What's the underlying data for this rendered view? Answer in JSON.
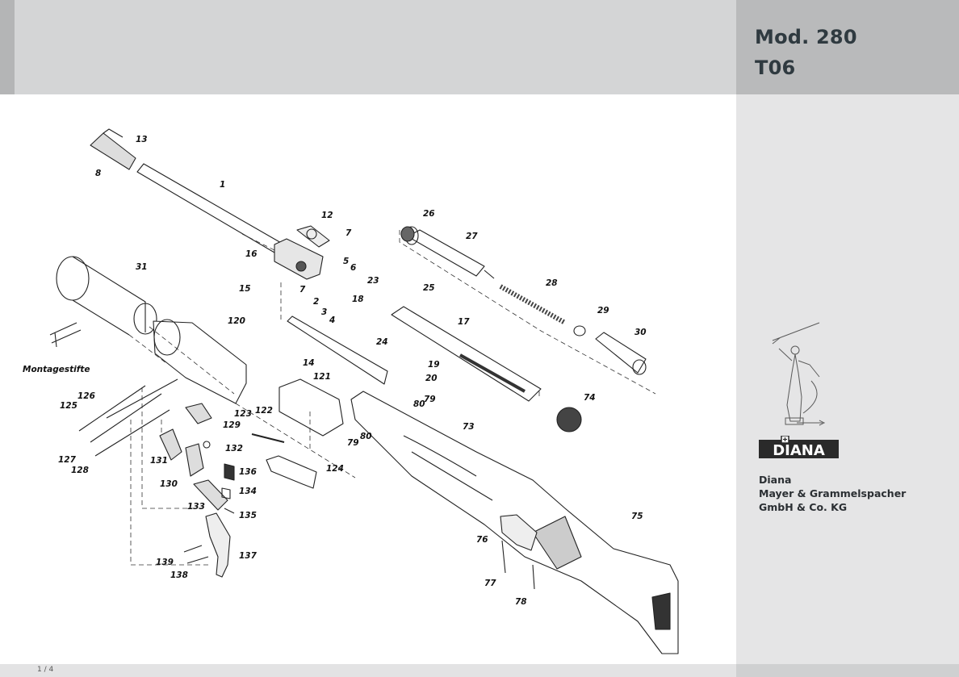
{
  "header": {
    "model": "Mod. 280",
    "code": "T06"
  },
  "footer": {
    "page": "1 / 4"
  },
  "brand": {
    "logo_text": "DIANA",
    "company_lines": [
      "Diana",
      "Mayer & Grammelspacher",
      "GmbH & Co. KG"
    ]
  },
  "parts": {
    "p1": "1",
    "p2": "2",
    "p3": "3",
    "p4": "4",
    "p5": "5",
    "p6": "6",
    "p7a": "7",
    "p7b": "7",
    "p8": "8",
    "p12": "12",
    "p13": "13",
    "p14": "14",
    "p15": "15",
    "p16": "16",
    "p17": "17",
    "p18": "18",
    "p19": "19",
    "p20": "20",
    "p23": "23",
    "p24": "24",
    "p25": "25",
    "p26": "26",
    "p27": "27",
    "p28": "28",
    "p29": "29",
    "p30": "30",
    "p31": "31",
    "p73": "73",
    "p74": "74",
    "p75": "75",
    "p76": "76",
    "p77": "77",
    "p78": "78",
    "p79a": "79",
    "p79b": "79",
    "p80a": "80",
    "p80b": "80",
    "p120": "120",
    "p121": "121",
    "p122": "122",
    "p123": "123",
    "p124": "124",
    "p125": "125",
    "p126": "126",
    "p127": "127",
    "p128": "128",
    "p129": "129",
    "p130": "130",
    "p131": "131",
    "p132": "132",
    "p133": "133",
    "p134": "134",
    "p135": "135",
    "p136": "136",
    "p137": "137",
    "p138": "138",
    "p139": "139",
    "montage": "Montagestifte"
  },
  "colors": {
    "header_bg": "#d4d5d6",
    "sidebar_bg": "#e5e5e6",
    "sidebar_top": "#b9babb",
    "title": "#2f3a40"
  }
}
